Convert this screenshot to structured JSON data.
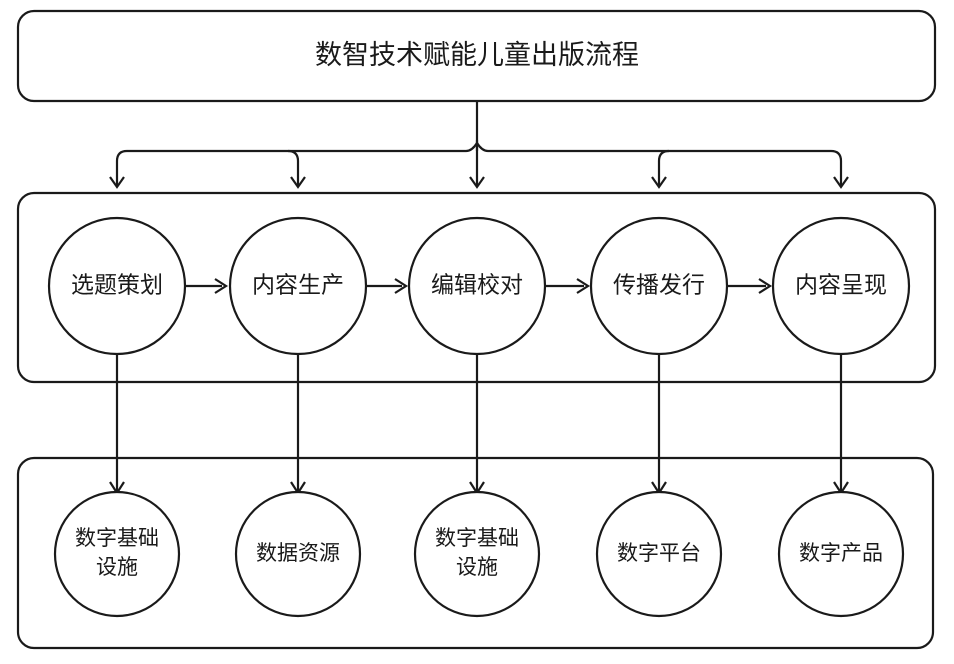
{
  "diagram": {
    "title_box": {
      "label": "数智技术赋能儿童出版流程"
    },
    "process_row": {
      "name": "publishing-process-row",
      "nodes": [
        {
          "label": "选题策划"
        },
        {
          "label": "内容生产"
        },
        {
          "label": "编辑校对"
        },
        {
          "label": "传播发行"
        },
        {
          "label": "内容呈现"
        }
      ]
    },
    "technology_row": {
      "name": "digital-technology-row",
      "nodes": [
        {
          "label_line1": "数字基础",
          "label_line2": "设施"
        },
        {
          "label_line1": "数据资源",
          "label_line2": ""
        },
        {
          "label_line1": "数字基础",
          "label_line2": "设施"
        },
        {
          "label_line1": "数字平台",
          "label_line2": ""
        },
        {
          "label_line1": "数字产品",
          "label_line2": ""
        }
      ]
    },
    "colors": {
      "stroke": "#1a1a1a",
      "fill": "#ffffff",
      "background": "#ffffff"
    }
  }
}
